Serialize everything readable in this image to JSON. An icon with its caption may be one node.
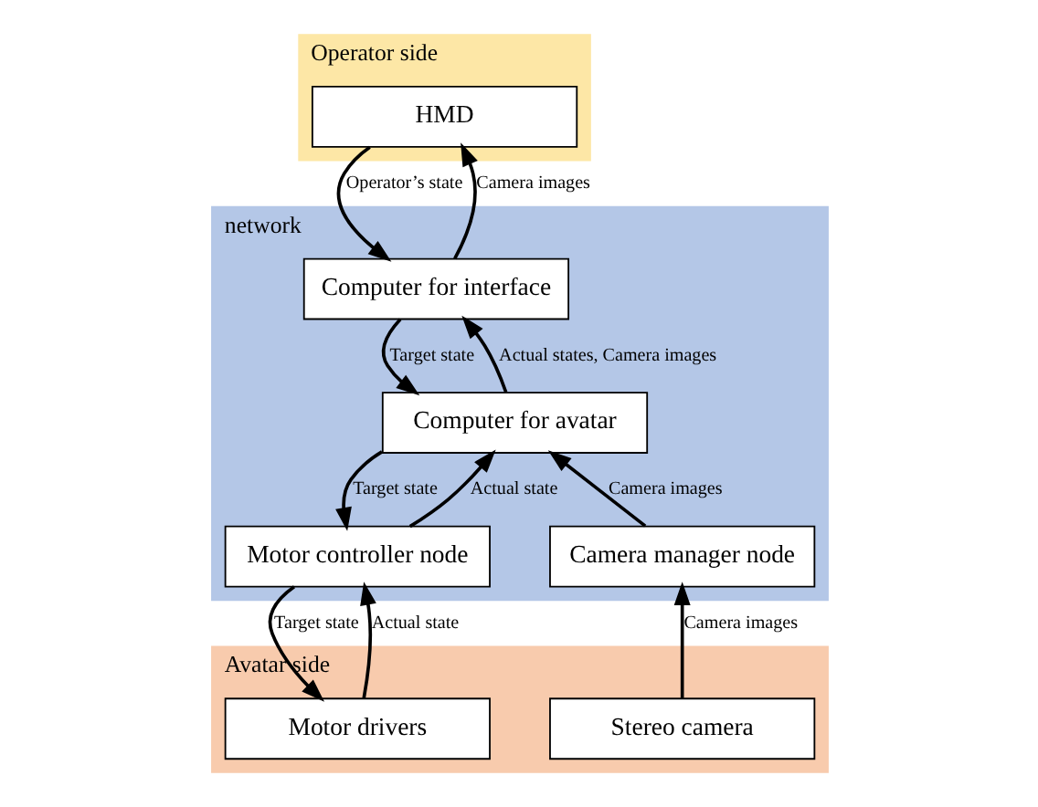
{
  "diagram": {
    "nodes": [
      {
        "text": [
          "Operator side"
        ]
      },
      {
        "text": [
          "HMD"
        ],
        "in": 0
      },
      {
        "text": [
          "network"
        ]
      },
      {
        "text": [
          "Computer for interface"
        ],
        "in": 2
      },
      {
        "text": [
          "Computer for avatar"
        ],
        "in": 2
      },
      {
        "text": [
          "Motor controller node"
        ],
        "in": 2
      },
      {
        "text": [
          "Camera manager node"
        ],
        "in": 2
      },
      {
        "text": [
          "Avatar side"
        ]
      },
      {
        "text": [
          "Motor drivers"
        ],
        "in": 7
      },
      {
        "text": [
          "Stereo camera"
        ],
        "in": 7
      }
    ],
    "edges": [
      {
        "from": 1,
        "to": 3,
        "arrow": "to",
        "label": "Operator’s state"
      },
      {
        "from": 3,
        "to": 1,
        "arrow": "to",
        "label": "Camera images"
      },
      {
        "from": 3,
        "to": 4,
        "arrow": "to",
        "label": "Target state"
      },
      {
        "from": 4,
        "to": 3,
        "arrow": "to",
        "label": "Actual states, Camera images"
      },
      {
        "from": 4,
        "to": 5,
        "arrow": "to",
        "label": "Target state"
      },
      {
        "from": 5,
        "to": 4,
        "arrow": "to",
        "label": "Actual state"
      },
      {
        "from": 6,
        "to": 4,
        "arrow": "to",
        "label": "Camera images"
      },
      {
        "from": 5,
        "to": 8,
        "arrow": "to",
        "label": "Target state"
      },
      {
        "from": 8,
        "to": 5,
        "arrow": "to",
        "label": "Actual state"
      },
      {
        "from": 9,
        "to": 6,
        "arrow": "to",
        "label": "Camera images"
      }
    ]
  }
}
